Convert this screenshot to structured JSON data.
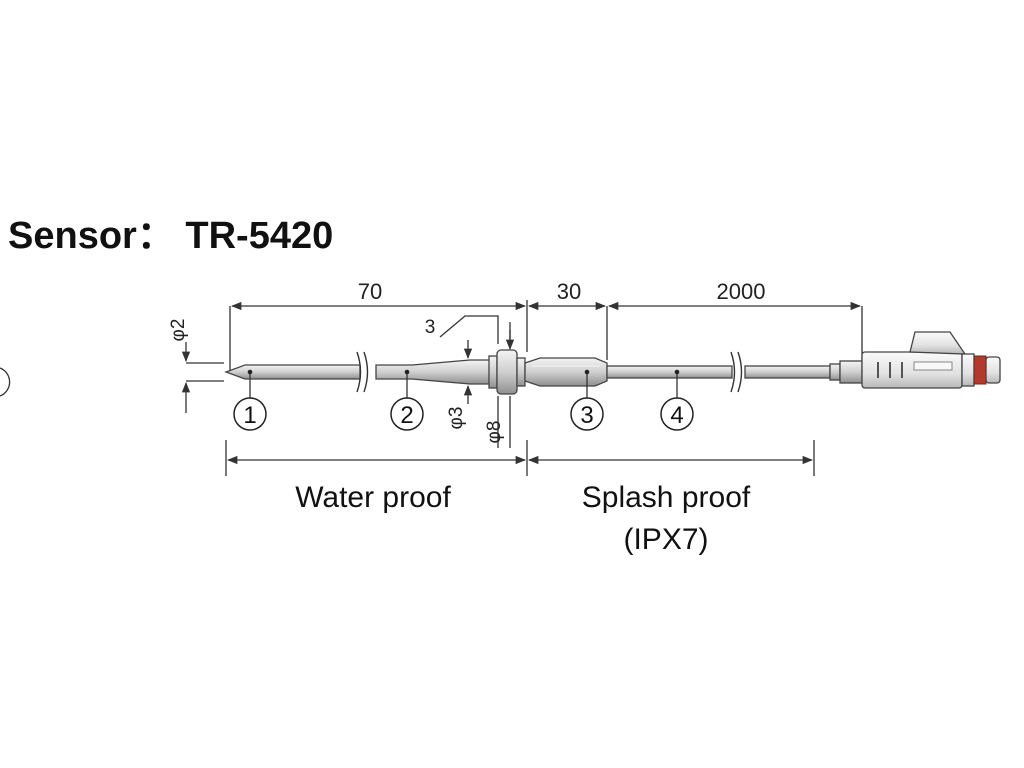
{
  "title": "Sensor： TR-5420",
  "dimensions": {
    "d1": "70",
    "d2": "30",
    "d3": "2000",
    "tip_diameter": "φ2",
    "step": "3",
    "shaft_diameter": "φ3",
    "flange_diameter": "φ8"
  },
  "parts": [
    "1",
    "2",
    "3",
    "4"
  ],
  "zones": {
    "water": "Water proof",
    "splash": "Splash proof",
    "rating": "(IPX7)"
  }
}
